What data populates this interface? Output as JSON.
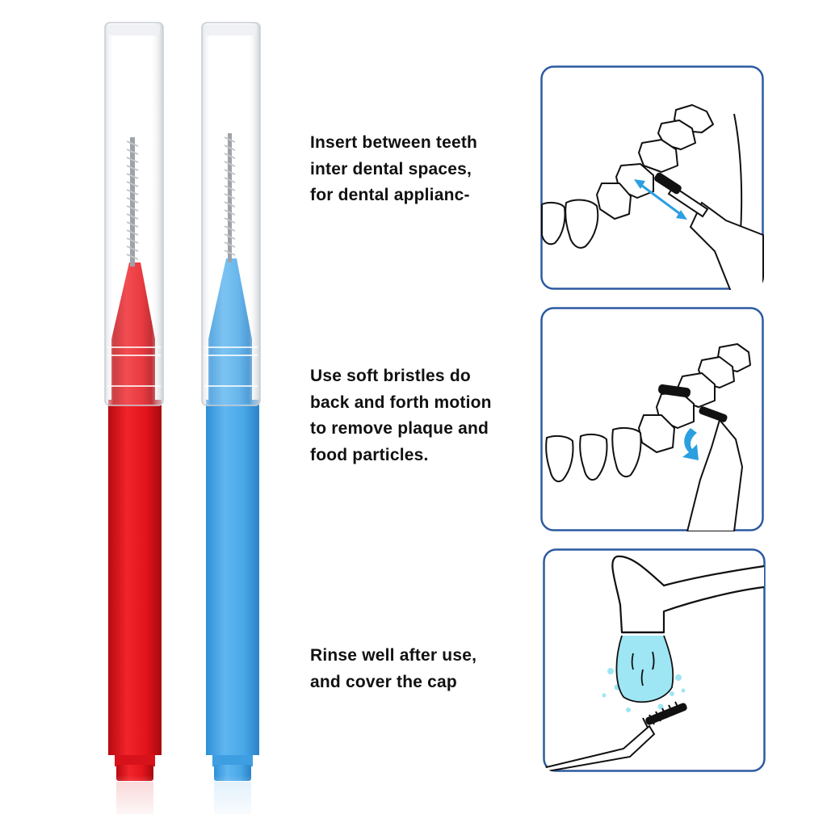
{
  "colors": {
    "panel_border": "#2c5aa0",
    "accent_arrow": "#2b9fe0",
    "red_brush": "#e8141c",
    "blue_brush": "#4aa8e8",
    "water": "#9ee6f4",
    "text": "#111111"
  },
  "steps": [
    {
      "lines": [
        "Insert between teeth",
        "inter dental spaces,",
        "for dental applianc-"
      ],
      "illustration": "tooth-insertion-icon"
    },
    {
      "lines": [
        "Use soft bristles do",
        "back and forth motion",
        "to remove plaque and",
        "food particles."
      ],
      "illustration": "back-and-forth-icon"
    },
    {
      "lines": [
        "Rinse well after use,",
        "and cover the cap"
      ],
      "illustration": "rinse-faucet-icon"
    }
  ]
}
